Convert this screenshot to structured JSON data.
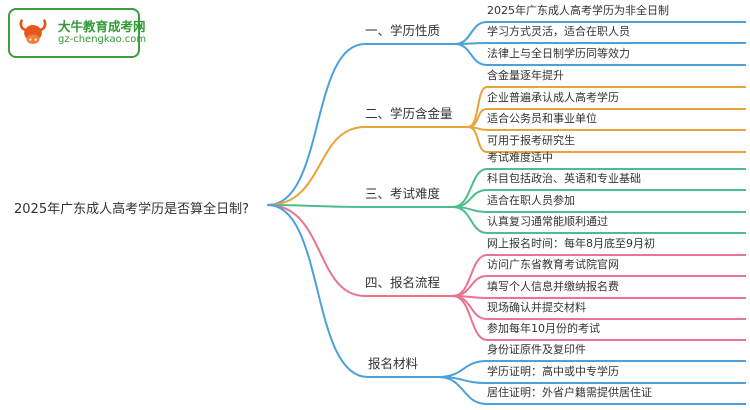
{
  "logo": {
    "site_name": "大牛教育成考网",
    "site_url": "gz-chengkao.com",
    "brand_color": "#2f9a35",
    "icon_color": "#e4581e"
  },
  "root": {
    "label": "2025年广东成人高考学历是否算全日制?"
  },
  "branches": [
    {
      "label": "一、学历性质",
      "color": "#4da1d9",
      "children": [
        "2025年广东成人高考学历为非全日制",
        "学习方式灵活，适合在职人员",
        "法律上与全日制学历同等效力"
      ]
    },
    {
      "label": "二、学历含金量",
      "color": "#eaa23b",
      "children": [
        "含金量逐年提升",
        "企业普遍承认成人高考学历",
        "适合公务员和事业单位",
        "可用于报考研究生"
      ]
    },
    {
      "label": "三、考试难度",
      "color": "#4dbd8b",
      "children": [
        "考试难度适中",
        "科目包括政治、英语和专业基础",
        "适合在职人员参加",
        "认真复习通常能顺利通过"
      ]
    },
    {
      "label": "四、报名流程",
      "color": "#ea7390",
      "children": [
        "网上报名时间：每年8月底至9月初",
        "访问广东省教育考试院官网",
        "填写个人信息并缴纳报名费",
        "现场确认并提交材料",
        "参加每年10月份的考试"
      ]
    },
    {
      "label": "报名材料",
      "color": "#4da1d9",
      "children": [
        "身份证原件及复印件",
        "学历证明：高中或中专学历",
        "居住证明：外省户籍需提供居住证"
      ]
    }
  ]
}
